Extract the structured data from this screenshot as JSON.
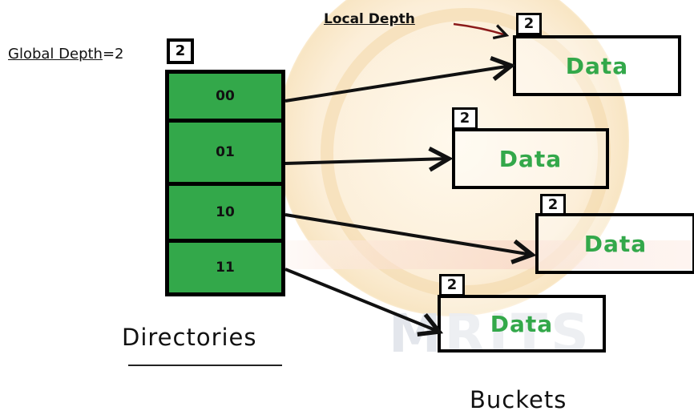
{
  "global_depth_label": "Global Depth",
  "global_depth_value": "=2",
  "global_depth_box": "2",
  "local_depth_label": "Local Depth",
  "directories": [
    "00",
    "01",
    "10",
    "11"
  ],
  "buckets": [
    {
      "local_depth": "2",
      "label": "Data"
    },
    {
      "local_depth": "2",
      "label": "Data"
    },
    {
      "local_depth": "2",
      "label": "Data"
    },
    {
      "local_depth": "2",
      "label": "Data"
    }
  ],
  "directories_label": "Directories",
  "buckets_label": "Buckets",
  "watermark_text": "MRITS",
  "colors": {
    "directory_fill": "#33a84a",
    "data_text": "#33a84a"
  }
}
